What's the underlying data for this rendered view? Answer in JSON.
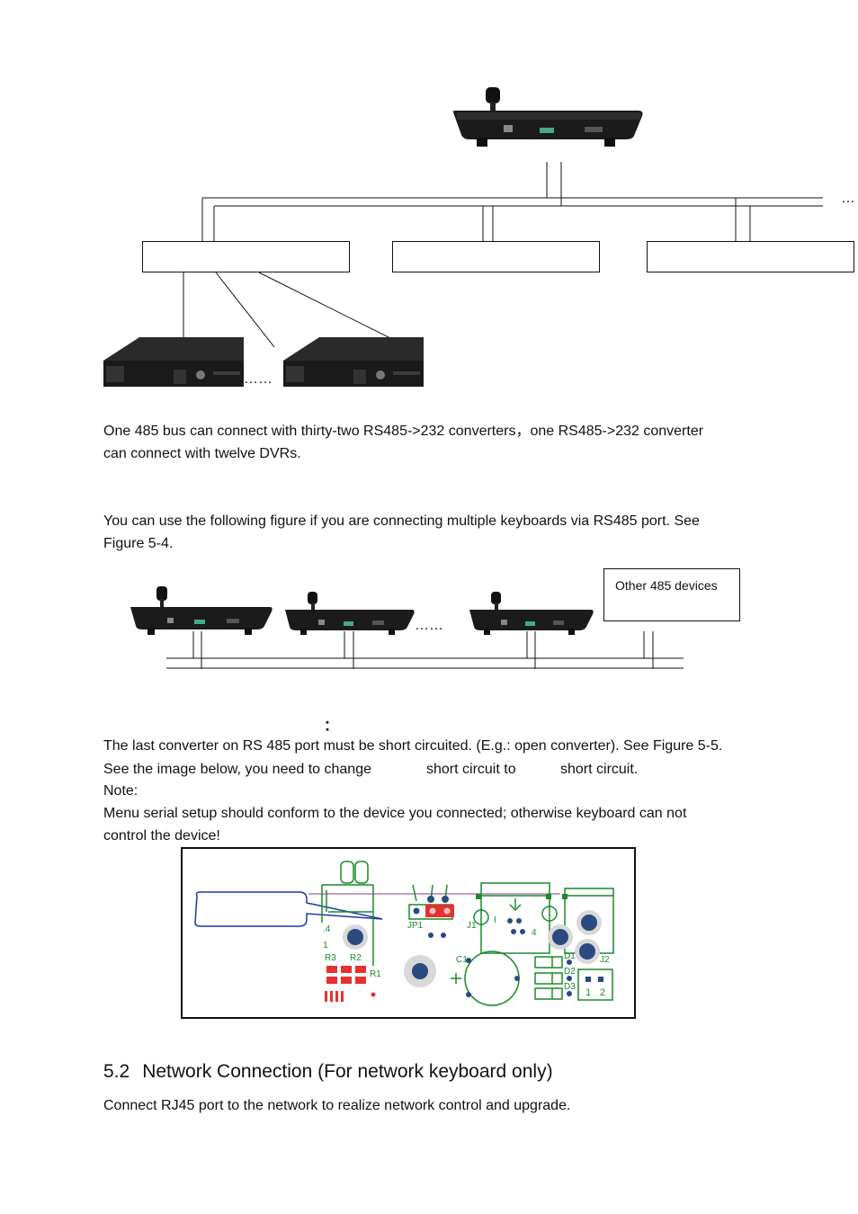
{
  "figure_top": {
    "ellipsis_right": "…",
    "ellipsis_dvr": "……",
    "converter_boxes": [
      "",
      "",
      ""
    ]
  },
  "paragraph1": {
    "line1": "One 485 bus can connect with thirty-two RS485->232 converters，one RS485->232 converter",
    "line2": "can connect with twelve DVRs."
  },
  "paragraph2": {
    "line1": "You can use the following figure if you are connecting multiple keyboards via RS485 port. See",
    "line2": "Figure 5-4."
  },
  "figure_middle": {
    "other_devices_label": "Other 485 devices",
    "ellipsis": "……"
  },
  "colon_mark": "：",
  "paragraph3": {
    "line1": "The last converter on RS 485 port must be short circuited. (E.g.: open converter). See Figure 5-5.",
    "line2_a": "See the image below, you need to change",
    "line2_b": "short circuit to",
    "line2_c": "short circuit.",
    "note_label": "Note:",
    "note_line1": "Menu serial setup should conform to the device you connected; otherwise keyboard can not",
    "note_line2": "control the device!"
  },
  "pcb_figure": {
    "labels": {
      "jp1": "JP1",
      "j1": "J1",
      "j2": "J2",
      "r1": "R1",
      "r2": "R2",
      "r3": "R3",
      "c1": "C1",
      "d1": "D1",
      "d2": "D2",
      "d3": "D3",
      "pin4a": ".4",
      "pin1": "1",
      "one": "1",
      "two": "2",
      "i": "I",
      "four": "4"
    }
  },
  "section": {
    "number": "5.2",
    "title": "Network Connection (For network keyboard only)"
  },
  "paragraph4": {
    "line1": "Connect RJ45 port to the network to realize network control and upgrade."
  }
}
